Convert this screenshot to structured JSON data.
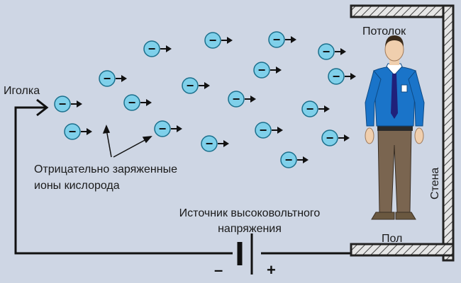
{
  "labels": {
    "needle": "Иголка",
    "ions_line1": "Отрицательно заряженные",
    "ions_line2": "ионы кислорода",
    "source_line1": "Источник высоковольтного",
    "source_line2": "напряжения",
    "ceiling": "Потолок",
    "wall": "Стена",
    "floor": "Пол",
    "minus": "–",
    "plus": "+"
  },
  "ion_symbol": "−",
  "colors": {
    "background": "#ced6e4",
    "ion_fill": "#7fd0ea",
    "ion_stroke": "#1b6f8c",
    "arrow": "#111111",
    "wire": "#111111",
    "wall_fill": "#e6e6e6",
    "wall_stroke": "#222222",
    "shirt": "#1a74c9",
    "tie": "#20207a",
    "trousers": "#7a6550",
    "skin": "#f0cfae",
    "hair": "#3a2a1a",
    "shoes": "#6a5840"
  }
}
